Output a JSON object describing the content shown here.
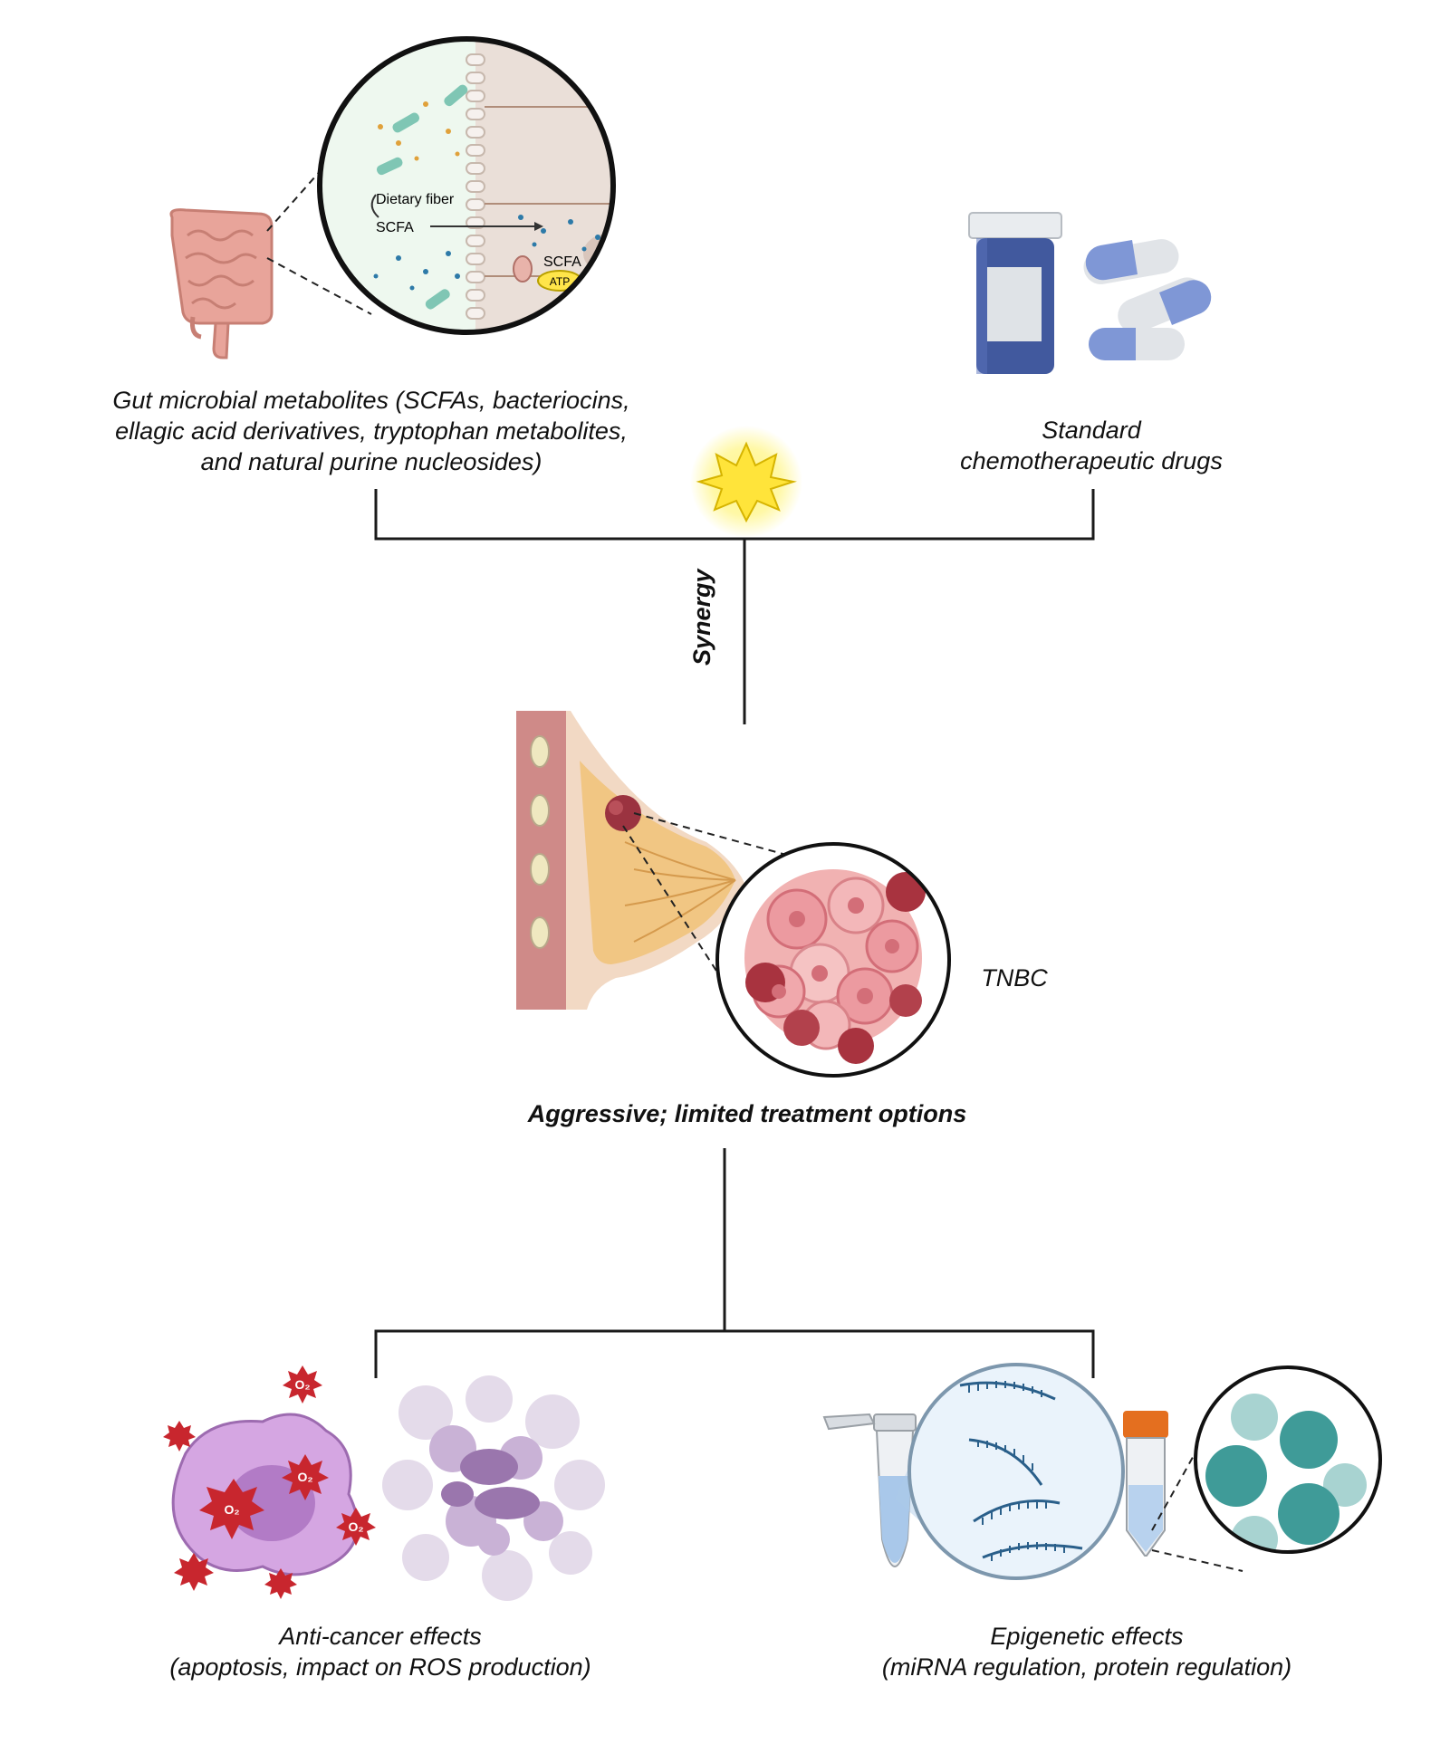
{
  "gut": {
    "caption": [
      "Gut microbial metabolites (SCFAs, bacteriocins,",
      "ellagic acid derivatives, tryptophan metabolites,",
      "and natural purine nucleosides)"
    ],
    "inset_dietary_fiber": "Dietary fiber",
    "inset_scfa_left": "SCFA",
    "inset_scfa_right": "SCFA",
    "inset_atp": "ATP"
  },
  "drugs": {
    "caption": [
      "Standard",
      "chemotherapeutic drugs"
    ]
  },
  "synergy": {
    "label": "Synergy"
  },
  "tumor": {
    "tag": "TNBC",
    "caption": "Aggressive; limited treatment options"
  },
  "anticancer": {
    "caption": [
      "Anti-cancer effects",
      "(apoptosis, impact on ROS production)"
    ],
    "ros_label": "O₂"
  },
  "epigenetic": {
    "caption": [
      "Epigenetic effects",
      "(miRNA regulation, protein regulation)"
    ]
  },
  "colors": {
    "line": "#1a1a1a",
    "gut_pink": "#e8a49a",
    "drug_blue": "#4a63b0",
    "tumor_red": "#b23a48",
    "cell_purple": "#c79ad8",
    "ros_red": "#c8262e",
    "teal": "#3f9b98"
  }
}
